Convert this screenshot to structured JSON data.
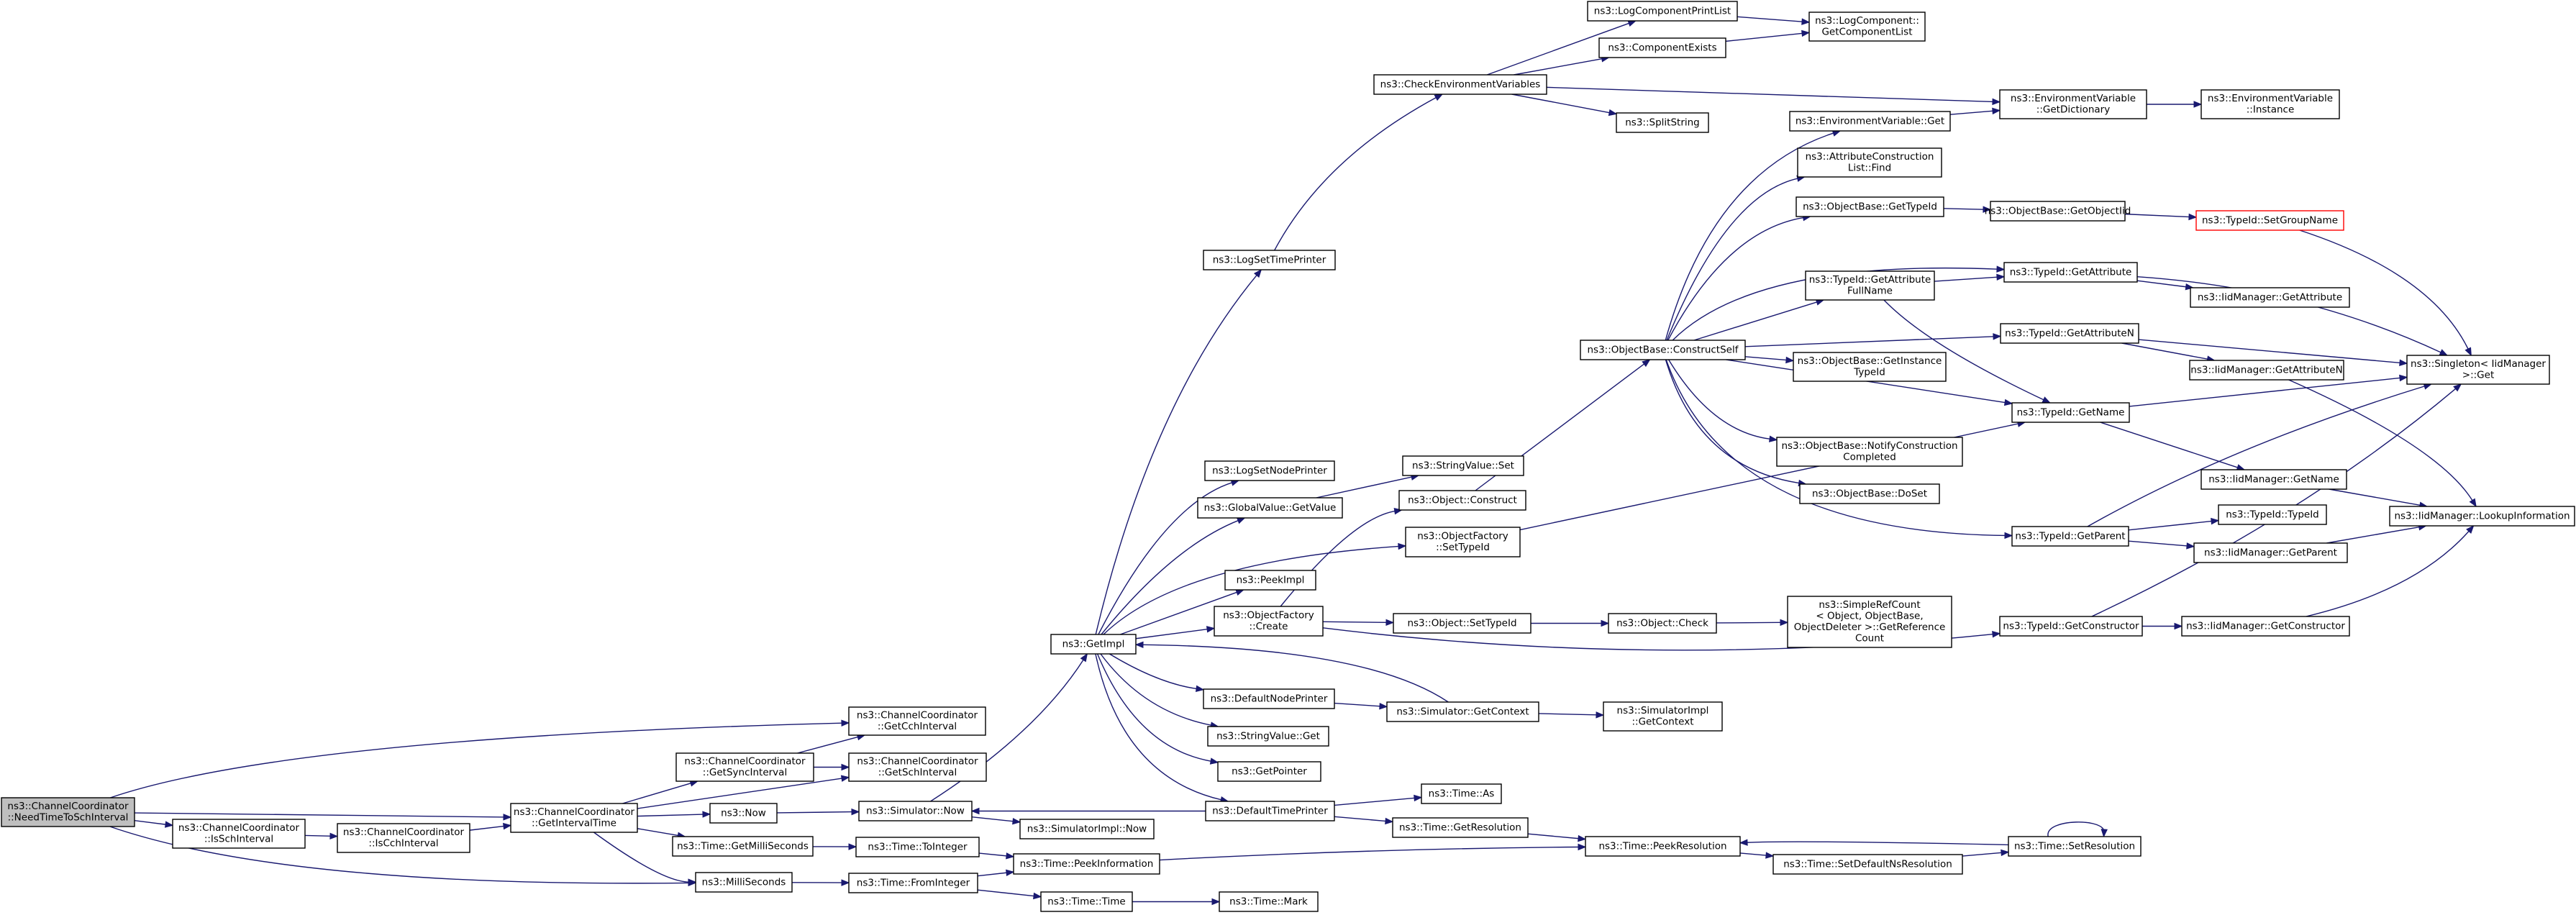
{
  "graph": {
    "title": "",
    "colors": {
      "edge": "#191970",
      "root_fill": "#bfbfbf",
      "node_border": "#000000",
      "truncated_border": "#ff0000"
    },
    "nodes": [
      {
        "id": "n0",
        "lines": [
          "ns3::ChannelCoordinator",
          "::NeedTimeToSchInterval"
        ],
        "root": true
      },
      {
        "id": "n1",
        "lines": [
          "ns3::ChannelCoordinator",
          "::GetCchInterval"
        ]
      },
      {
        "id": "n2",
        "lines": [
          "ns3::ChannelCoordinator",
          "::GetIntervalTime"
        ]
      },
      {
        "id": "n3",
        "lines": [
          "ns3::ChannelCoordinator",
          "::IsSchInterval"
        ]
      },
      {
        "id": "n4",
        "lines": [
          "ns3::MilliSeconds"
        ]
      },
      {
        "id": "n5",
        "lines": [
          "ns3::ChannelCoordinator",
          "::GetSyncInterval"
        ]
      },
      {
        "id": "n6",
        "lines": [
          "ns3::ChannelCoordinator",
          "::GetSchInterval"
        ]
      },
      {
        "id": "n7",
        "lines": [
          "ns3::Now"
        ]
      },
      {
        "id": "n8",
        "lines": [
          "ns3::Time::GetMilliSeconds"
        ]
      },
      {
        "id": "n9",
        "lines": [
          "ns3::ChannelCoordinator",
          "::IsCchInterval"
        ]
      },
      {
        "id": "n10",
        "lines": [
          "ns3::Simulator::Now"
        ]
      },
      {
        "id": "n11",
        "lines": [
          "ns3::Time::ToInteger"
        ]
      },
      {
        "id": "n12",
        "lines": [
          "ns3::Time::PeekInformation"
        ]
      },
      {
        "id": "n13",
        "lines": [
          "ns3::Time::FromInteger"
        ]
      },
      {
        "id": "n14",
        "lines": [
          "ns3::Time::Time"
        ]
      },
      {
        "id": "n15",
        "lines": [
          "ns3::Time::Mark"
        ]
      },
      {
        "id": "n16",
        "lines": [
          "ns3::GetImpl"
        ]
      },
      {
        "id": "n17",
        "lines": [
          "ns3::SimulatorImpl::Now"
        ]
      },
      {
        "id": "n18",
        "lines": [
          "ns3::LogSetTimePrinter"
        ]
      },
      {
        "id": "n19",
        "lines": [
          "ns3::LogSetNodePrinter"
        ]
      },
      {
        "id": "n20",
        "lines": [
          "ns3::GlobalValue::GetValue"
        ]
      },
      {
        "id": "n21",
        "lines": [
          "ns3::PeekImpl"
        ]
      },
      {
        "id": "n22",
        "lines": [
          "ns3::ObjectFactory",
          "::Create"
        ]
      },
      {
        "id": "n23",
        "lines": [
          "ns3::DefaultNodePrinter"
        ]
      },
      {
        "id": "n24",
        "lines": [
          "ns3::StringValue::Get"
        ]
      },
      {
        "id": "n25",
        "lines": [
          "ns3::GetPointer"
        ]
      },
      {
        "id": "n26",
        "lines": [
          "ns3::DefaultTimePrinter"
        ]
      },
      {
        "id": "n27",
        "lines": [
          "ns3::CheckEnvironmentVariables"
        ]
      },
      {
        "id": "n28",
        "lines": [
          "ns3::StringValue::Set"
        ]
      },
      {
        "id": "n29",
        "lines": [
          "ns3::Object::Construct"
        ]
      },
      {
        "id": "n30",
        "lines": [
          "ns3::ObjectFactory",
          "::SetTypeId"
        ]
      },
      {
        "id": "n31",
        "lines": [
          "ns3::Object::SetTypeId"
        ]
      },
      {
        "id": "n32",
        "lines": [
          "ns3::Simulator::GetContext"
        ]
      },
      {
        "id": "n33",
        "lines": [
          "ns3::Time::As"
        ]
      },
      {
        "id": "n34",
        "lines": [
          "ns3::Time::GetResolution"
        ]
      },
      {
        "id": "n35",
        "lines": [
          "ns3::LogComponentPrintList"
        ]
      },
      {
        "id": "n36",
        "lines": [
          "ns3::ComponentExists"
        ]
      },
      {
        "id": "n37",
        "lines": [
          "ns3::SplitString"
        ]
      },
      {
        "id": "n38",
        "lines": [
          "ns3::ObjectBase::ConstructSelf"
        ]
      },
      {
        "id": "n39",
        "lines": [
          "ns3::Object::Check"
        ]
      },
      {
        "id": "n40",
        "lines": [
          "ns3::SimulatorImpl",
          "::GetContext"
        ]
      },
      {
        "id": "n41",
        "lines": [
          "ns3::Time::PeekResolution"
        ]
      },
      {
        "id": "n42",
        "lines": [
          "ns3::LogComponent::",
          "GetComponentList"
        ]
      },
      {
        "id": "n43",
        "lines": [
          "ns3::EnvironmentVariable::Get"
        ]
      },
      {
        "id": "n44",
        "lines": [
          "ns3::AttributeConstruction",
          "List::Find"
        ]
      },
      {
        "id": "n45",
        "lines": [
          "ns3::ObjectBase::GetTypeId"
        ]
      },
      {
        "id": "n46",
        "lines": [
          "ns3::TypeId::GetAttribute",
          "FullName"
        ]
      },
      {
        "id": "n47",
        "lines": [
          "ns3::ObjectBase::GetInstance",
          "TypeId"
        ]
      },
      {
        "id": "n48",
        "lines": [
          "ns3::ObjectBase::NotifyConstruction",
          "Completed"
        ]
      },
      {
        "id": "n49",
        "lines": [
          "ns3::ObjectBase::DoSet"
        ]
      },
      {
        "id": "n50",
        "lines": [
          "ns3::SimpleRefCount",
          "< Object, ObjectBase,",
          "ObjectDeleter >::GetReference",
          "Count"
        ]
      },
      {
        "id": "n51",
        "lines": [
          "ns3::Time::SetDefaultNsResolution"
        ]
      },
      {
        "id": "n52",
        "lines": [
          "ns3::EnvironmentVariable",
          "::GetDictionary"
        ]
      },
      {
        "id": "n53",
        "lines": [
          "ns3::ObjectBase::GetObjectIid"
        ]
      },
      {
        "id": "n54",
        "lines": [
          "ns3::TypeId::GetAttribute"
        ]
      },
      {
        "id": "n55",
        "lines": [
          "ns3::TypeId::GetAttributeN"
        ]
      },
      {
        "id": "n56",
        "lines": [
          "ns3::TypeId::GetName"
        ]
      },
      {
        "id": "n57",
        "lines": [
          "ns3::TypeId::GetParent"
        ]
      },
      {
        "id": "n58",
        "lines": [
          "ns3::TypeId::GetConstructor"
        ]
      },
      {
        "id": "n59",
        "lines": [
          "ns3::Time::SetResolution"
        ]
      },
      {
        "id": "n60",
        "lines": [
          "ns3::EnvironmentVariable",
          "::Instance"
        ]
      },
      {
        "id": "n61",
        "lines": [
          "ns3::TypeId::SetGroupName"
        ],
        "truncated": true
      },
      {
        "id": "n62",
        "lines": [
          "ns3::IidManager::GetAttribute"
        ]
      },
      {
        "id": "n63",
        "lines": [
          "ns3::IidManager::GetAttributeN"
        ]
      },
      {
        "id": "n64",
        "lines": [
          "ns3::IidManager::GetName"
        ]
      },
      {
        "id": "n65",
        "lines": [
          "ns3::TypeId::TypeId"
        ]
      },
      {
        "id": "n66",
        "lines": [
          "ns3::IidManager::GetParent"
        ]
      },
      {
        "id": "n67",
        "lines": [
          "ns3::IidManager::GetConstructor"
        ]
      },
      {
        "id": "n68",
        "lines": [
          "ns3::Singleton< IidManager",
          ">::Get"
        ]
      },
      {
        "id": "n69",
        "lines": [
          "ns3::IidManager::LookupInformation"
        ]
      }
    ],
    "edges": [
      [
        "n0",
        "n1"
      ],
      [
        "n0",
        "n2"
      ],
      [
        "n0",
        "n3"
      ],
      [
        "n0",
        "n4"
      ],
      [
        "n2",
        "n5"
      ],
      [
        "n2",
        "n6"
      ],
      [
        "n2",
        "n7"
      ],
      [
        "n2",
        "n8"
      ],
      [
        "n2",
        "n4"
      ],
      [
        "n5",
        "n1"
      ],
      [
        "n5",
        "n6"
      ],
      [
        "n3",
        "n9"
      ],
      [
        "n9",
        "n2"
      ],
      [
        "n7",
        "n10"
      ],
      [
        "n10",
        "n16"
      ],
      [
        "n10",
        "n17"
      ],
      [
        "n8",
        "n11"
      ],
      [
        "n11",
        "n12"
      ],
      [
        "n4",
        "n13"
      ],
      [
        "n13",
        "n12"
      ],
      [
        "n13",
        "n14"
      ],
      [
        "n14",
        "n15"
      ],
      [
        "n12",
        "n41"
      ],
      [
        "n16",
        "n18"
      ],
      [
        "n16",
        "n19"
      ],
      [
        "n16",
        "n20"
      ],
      [
        "n16",
        "n21"
      ],
      [
        "n16",
        "n22"
      ],
      [
        "n16",
        "n30"
      ],
      [
        "n16",
        "n23"
      ],
      [
        "n16",
        "n24"
      ],
      [
        "n16",
        "n25"
      ],
      [
        "n16",
        "n26"
      ],
      [
        "n18",
        "n27"
      ],
      [
        "n27",
        "n35"
      ],
      [
        "n27",
        "n36"
      ],
      [
        "n27",
        "n37"
      ],
      [
        "n27",
        "n52"
      ],
      [
        "n35",
        "n42"
      ],
      [
        "n36",
        "n42"
      ],
      [
        "n52",
        "n60"
      ],
      [
        "n20",
        "n28"
      ],
      [
        "n22",
        "n29"
      ],
      [
        "n22",
        "n31"
      ],
      [
        "n22",
        "n58"
      ],
      [
        "n29",
        "n38"
      ],
      [
        "n30",
        "n56"
      ],
      [
        "n31",
        "n39"
      ],
      [
        "n39",
        "n50"
      ],
      [
        "n23",
        "n32"
      ],
      [
        "n32",
        "n16"
      ],
      [
        "n32",
        "n40"
      ],
      [
        "n26",
        "n10"
      ],
      [
        "n26",
        "n33"
      ],
      [
        "n26",
        "n34"
      ],
      [
        "n34",
        "n41"
      ],
      [
        "n38",
        "n43"
      ],
      [
        "n38",
        "n44"
      ],
      [
        "n38",
        "n45"
      ],
      [
        "n38",
        "n46"
      ],
      [
        "n38",
        "n54"
      ],
      [
        "n38",
        "n55"
      ],
      [
        "n38",
        "n47"
      ],
      [
        "n38",
        "n56"
      ],
      [
        "n38",
        "n48"
      ],
      [
        "n38",
        "n49"
      ],
      [
        "n38",
        "n57"
      ],
      [
        "n43",
        "n52"
      ],
      [
        "n45",
        "n53"
      ],
      [
        "n53",
        "n61"
      ],
      [
        "n46",
        "n54"
      ],
      [
        "n46",
        "n56"
      ],
      [
        "n54",
        "n62"
      ],
      [
        "n54",
        "n68"
      ],
      [
        "n55",
        "n63"
      ],
      [
        "n55",
        "n68"
      ],
      [
        "n56",
        "n64"
      ],
      [
        "n56",
        "n68"
      ],
      [
        "n57",
        "n65"
      ],
      [
        "n57",
        "n66"
      ],
      [
        "n57",
        "n68"
      ],
      [
        "n58",
        "n67"
      ],
      [
        "n58",
        "n68"
      ],
      [
        "n61",
        "n68"
      ],
      [
        "n63",
        "n69"
      ],
      [
        "n64",
        "n69"
      ],
      [
        "n66",
        "n69"
      ],
      [
        "n67",
        "n69"
      ],
      [
        "n41",
        "n51"
      ],
      [
        "n51",
        "n59"
      ],
      [
        "n59",
        "n41"
      ],
      [
        "n59",
        "n59"
      ]
    ]
  }
}
